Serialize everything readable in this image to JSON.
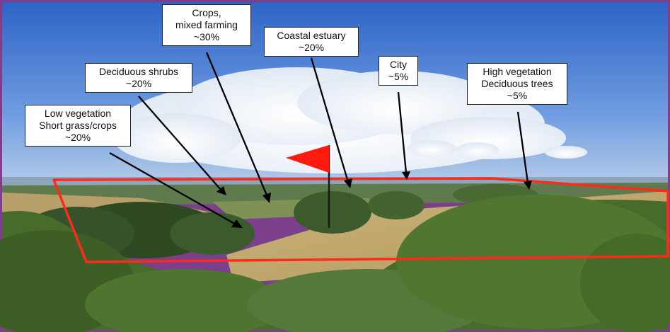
{
  "annotations": [
    {
      "id": "low-vegetation",
      "lines": [
        "Low vegetation",
        "Short grass/crops",
        "~20%"
      ]
    },
    {
      "id": "deciduous-shrubs",
      "lines": [
        "Deciduous shrubs",
        "~20%"
      ]
    },
    {
      "id": "crops-mixed-farming",
      "lines": [
        "Crops,",
        "mixed farming",
        "~30%"
      ]
    },
    {
      "id": "coastal-estuary",
      "lines": [
        "Coastal estuary",
        "~20%"
      ]
    },
    {
      "id": "city",
      "lines": [
        "City",
        "~5%"
      ]
    },
    {
      "id": "high-vegetation",
      "lines": [
        "High vegetation",
        "Deciduous trees",
        "~5%"
      ]
    }
  ],
  "colors": {
    "frame": "#7b3f8c",
    "outline": "#ff2a1a",
    "flag": "#ff1a0f",
    "sky_top": "#2f68c9",
    "sky_bottom": "#a7c4e8"
  }
}
